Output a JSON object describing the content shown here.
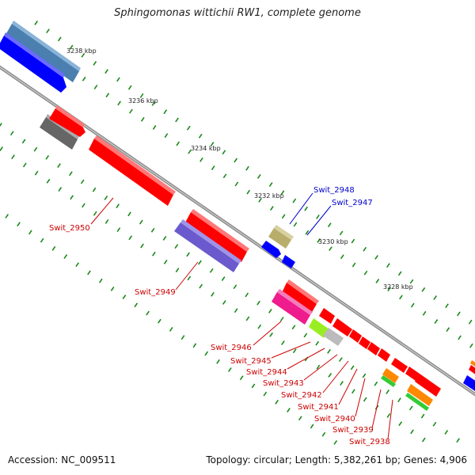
{
  "title": "Sphingomonas wittichii RW1, complete genome",
  "footer": {
    "accession": "Accession: NC_009511",
    "summary": "Topology: circular; Length: 5,382,261 bp; Genes: 4,906"
  },
  "ticks": [
    {
      "label": "3238 kbp"
    },
    {
      "label": "3236 kbp"
    },
    {
      "label": "3234 kbp"
    },
    {
      "label": "3232 kbp"
    },
    {
      "label": "3230 kbp"
    },
    {
      "label": "3228 kbp"
    }
  ],
  "gene_labels": [
    {
      "text": "Swit_2950",
      "color": "#cc0000"
    },
    {
      "text": "Swit_2949",
      "color": "#cc0000"
    },
    {
      "text": "Swit_2948",
      "color": "#0000cc"
    },
    {
      "text": "Swit_2947",
      "color": "#0000cc"
    },
    {
      "text": "Swit_2946",
      "color": "#cc0000"
    },
    {
      "text": "Swit_2945",
      "color": "#cc0000"
    },
    {
      "text": "Swit_2944",
      "color": "#cc0000"
    },
    {
      "text": "Swit_2943",
      "color": "#cc0000"
    },
    {
      "text": "Swit_2942",
      "color": "#cc0000"
    },
    {
      "text": "Swit_2941",
      "color": "#cc0000"
    },
    {
      "text": "Swit_2940",
      "color": "#cc0000"
    },
    {
      "text": "Swit_2939",
      "color": "#cc0000"
    },
    {
      "text": "Swit_2938",
      "color": "#cc0000"
    }
  ],
  "colors": {
    "backbone": "#888888",
    "tick": "#1a8a1a",
    "cds_red": "#ff0000",
    "cds_blue": "#0000ff",
    "cds_steel": "#4a7fb0",
    "cds_gray": "#666666",
    "cds_slate": "#6a5acd",
    "cds_khaki": "#b8ad6a",
    "cds_magenta": "#ee1c8c",
    "cds_lime": "#99ee22",
    "cds_silver": "#bbbbbb",
    "cds_orange": "#ff8800",
    "cds_green": "#33cc33"
  }
}
